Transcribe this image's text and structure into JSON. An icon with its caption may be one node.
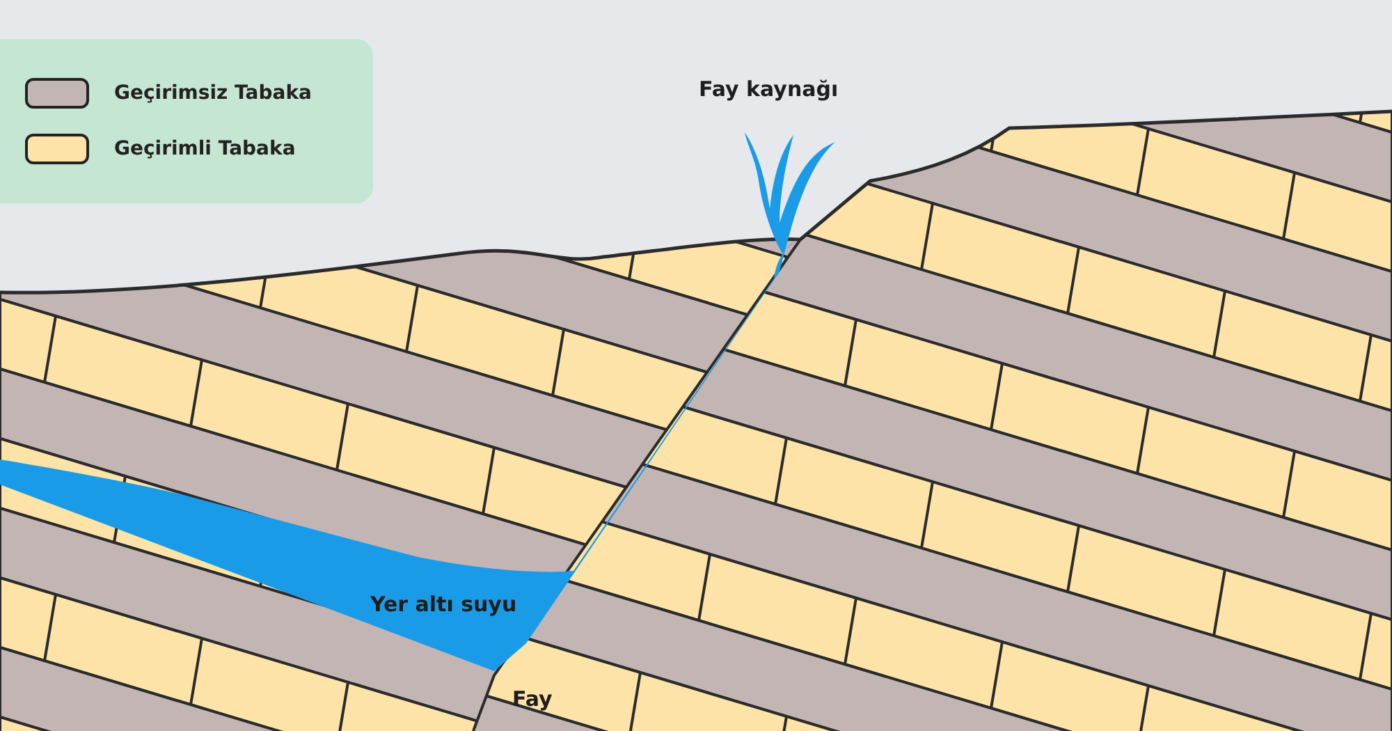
{
  "diagram": {
    "labels": [
      "Fay kaynağı",
      "Yer altı suyu",
      "Fay"
    ],
    "legend": [
      {
        "text": "Geçirimsiz Tabaka",
        "color": "#c4b5b5"
      },
      {
        "text": "Geçirimli Tabaka",
        "color": "#fde3a7"
      }
    ]
  }
}
